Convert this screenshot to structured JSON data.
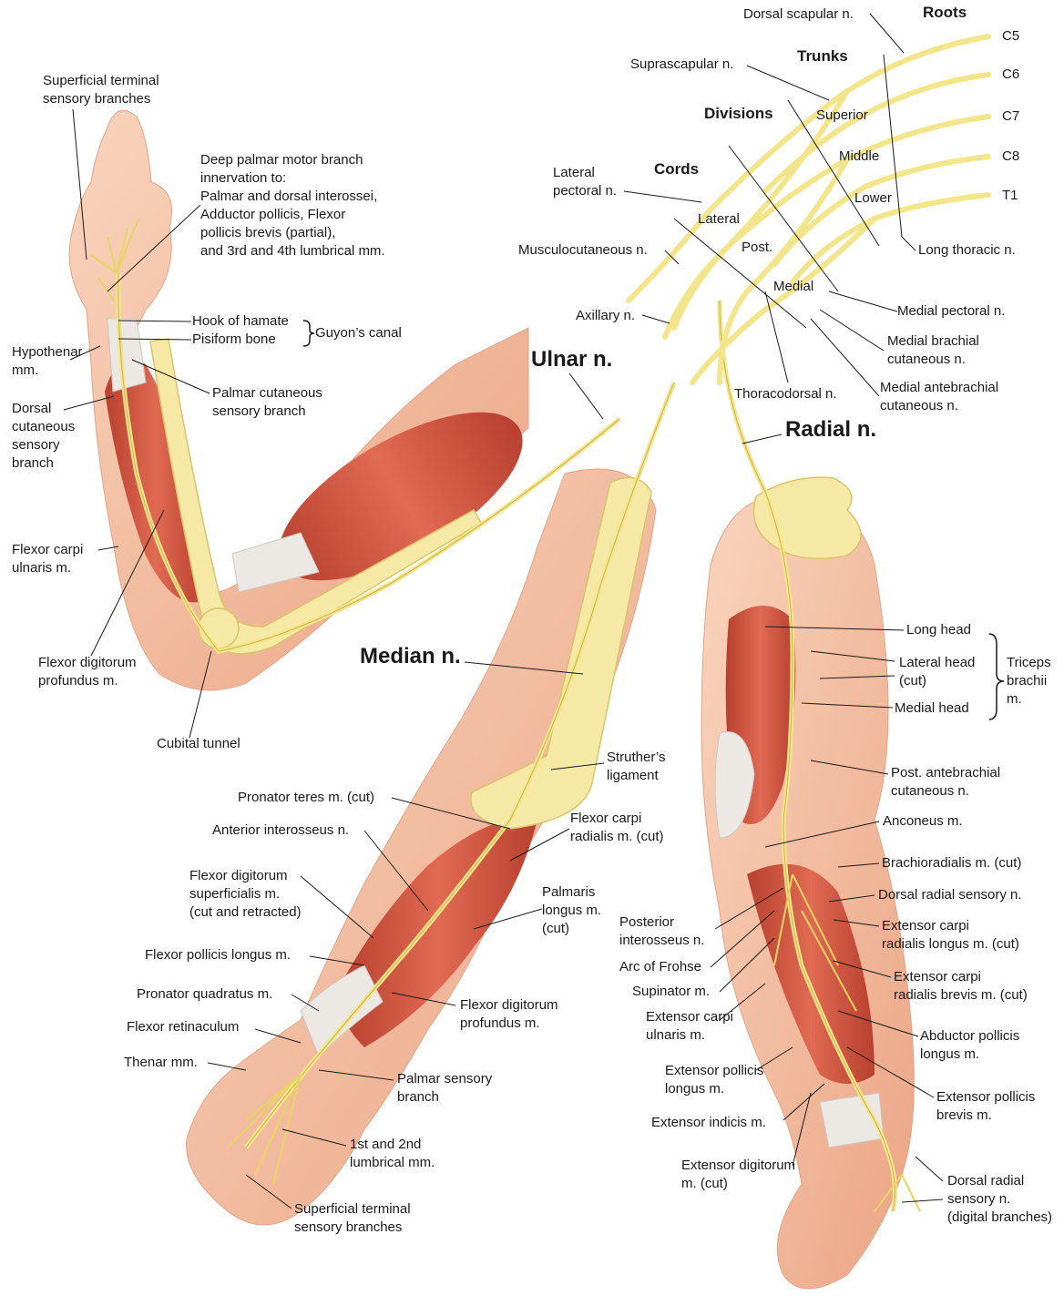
{
  "colors": {
    "nerve": "#f3e58a",
    "nerve_edge": "#d8c35a",
    "bone": "#f6e9a6",
    "bone_edge": "#d9c46b",
    "muscle": "#d9604a",
    "muscle_dark": "#b8402f",
    "tendon": "#e9e6e2",
    "skin": "#f6c3a6",
    "skin_shade": "#eeab8a",
    "leader": "#1a1a1a"
  },
  "plexus": {
    "headings": {
      "roots": "Roots",
      "trunks": "Trunks",
      "divisions": "Divisions",
      "cords": "Cords"
    },
    "roots": [
      "C5",
      "C6",
      "C7",
      "C8",
      "T1"
    ],
    "trunks": [
      "Superior",
      "Middle",
      "Lower"
    ],
    "cords": [
      "Lateral",
      "Post.",
      "Medial"
    ],
    "branches": {
      "dorsal_scapular": "Dorsal scapular n.",
      "suprascapular": "Suprascapular n.",
      "lateral_pectoral": "Lateral\npectoral n.",
      "musculocutaneous": "Musculocutaneous n.",
      "axillary": "Axillary n.",
      "long_thoracic": "Long thoracic n.",
      "medial_pectoral": "Medial pectoral n.",
      "medial_brachial": "Medial brachial\ncutaneous n.",
      "medial_antebrachial": "Medial antebrachial\ncutaneous n.",
      "thoracodorsal": "Thoracodorsal n."
    }
  },
  "nerves": {
    "ulnar": "Ulnar n.",
    "radial": "Radial n.",
    "median": "Median n."
  },
  "ulnar_arm": {
    "superficial_terminal": "Superficial terminal\nsensory branches",
    "deep_palmar": "Deep palmar motor branch\ninnervation to:\nPalmar and dorsal interossei,\nAdductor pollicis, Flexor\npollicis brevis (partial),\nand 3rd and 4th lumbrical mm.",
    "hook_hamate": "Hook of hamate",
    "pisiform": "Pisiform bone",
    "guyons_canal": "Guyon’s canal",
    "hypothenar": "Hypothenar\nmm.",
    "palmar_cutaneous": "Palmar cutaneous\nsensory branch",
    "dorsal_cutaneous": "Dorsal\ncutaneous\nsensory\nbranch",
    "fcu": "Flexor carpi\nulnaris m.",
    "fdp": "Flexor digitorum\nprofundus m.",
    "cubital_tunnel": "Cubital tunnel"
  },
  "median_arm": {
    "struthers": "Struther’s\nligament",
    "pronator_teres": "Pronator teres m. (cut)",
    "anterior_interosseus": "Anterior interosseus n.",
    "fcr": "Flexor carpi\nradialis m. (cut)",
    "fds": "Flexor digitorum\nsuperficialis m.\n(cut and retracted)",
    "palmaris_longus": "Palmaris\nlongus m.\n(cut)",
    "fpl": "Flexor pollicis longus m.",
    "pronator_quadratus": "Pronator quadratus m.",
    "fdp": "Flexor digitorum\nprofundus m.",
    "flexor_retinaculum": "Flexor retinaculum",
    "thenar": "Thenar mm.",
    "palmar_sensory": "Palmar sensory\nbranch",
    "lumbricals": "1st and 2nd\nlumbrical mm.",
    "superficial_terminal": "Superficial terminal\nsensory branches"
  },
  "radial_arm": {
    "long_head": "Long head",
    "lateral_head": "Lateral head\n(cut)",
    "medial_head": "Medial head",
    "triceps": "Triceps\nbrachii\nm.",
    "post_antebrachial": "Post. antebrachial\ncutaneous n.",
    "anconeus": "Anconeus m.",
    "brachioradialis": "Brachioradialis m. (cut)",
    "dorsal_radial_sensory": "Dorsal radial sensory n.",
    "posterior_interosseus": "Posterior\ninterosseus n.",
    "ecrl": "Extensor carpi\nradialis longus m. (cut)",
    "arc_frohse": "Arc of Frohse",
    "supinator": "Supinator m.",
    "ecrb": "Extensor carpi\nradialis brevis m. (cut)",
    "ecu": "Extensor carpi\nulnaris m.",
    "apl": "Abductor pollicis\nlongus m.",
    "epl": "Extensor pollicis\nlongus m.",
    "epb": "Extensor pollicis\nbrevis m.",
    "extensor_indicis": "Extensor indicis m.",
    "extensor_digitorum": "Extensor digitorum\nm. (cut)",
    "drs_digital": "Dorsal radial\nsensory n.\n(digital branches)"
  }
}
